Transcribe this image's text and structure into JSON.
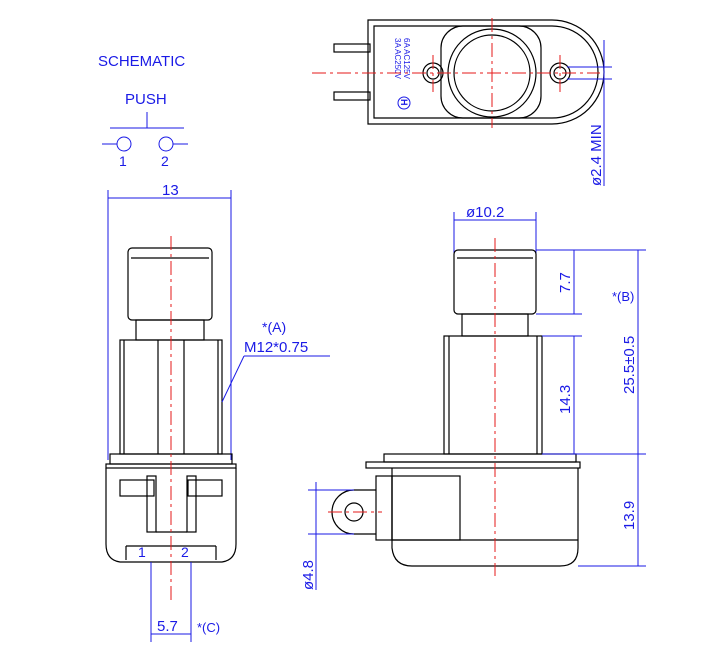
{
  "schematic": {
    "title": "SCHEMATIC",
    "push_label": "PUSH",
    "pin1": "1",
    "pin2": "2"
  },
  "top_view": {
    "rating_line1": "3A AC250V",
    "rating_line2": "6A AC125V",
    "mark": "H",
    "dim_hole": "ø2.4 MIN"
  },
  "front_view": {
    "dim_width": "13",
    "thread_note_ref": "*(A)",
    "thread_note": "M12*0.75",
    "pin1": "1",
    "pin2": "2",
    "dim_pitch": "5.7",
    "dim_pitch_ref": "*(C)"
  },
  "side_view": {
    "dim_button_dia": "ø10.2",
    "dim_button_height": "7.7",
    "dim_total_ref": "*(B)",
    "dim_total": "25.5±0.5",
    "dim_thread_len": "14.3",
    "dim_base_height": "13.9",
    "dim_ring_dia": "ø4.8"
  },
  "colors": {
    "dimension": "#1a1ae6",
    "centerline": "#e61a1a",
    "outline": "#000000"
  }
}
